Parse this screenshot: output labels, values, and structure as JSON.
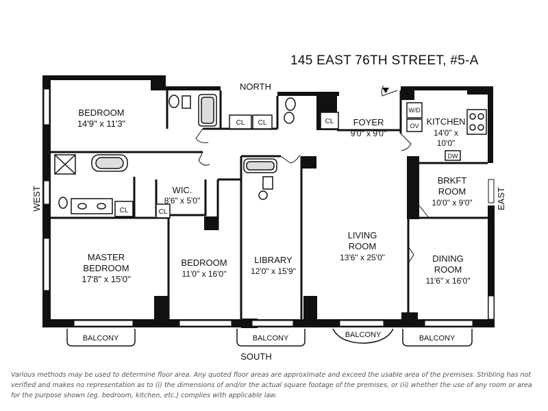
{
  "title": "145 EAST 76TH STREET, #5-A",
  "compass": {
    "north": "NORTH",
    "south": "SOUTH",
    "east": "EAST",
    "west": "WEST"
  },
  "rooms": {
    "bedroom1": {
      "name": "BEDROOM",
      "dims": "14'9\" x 11'3\""
    },
    "foyer": {
      "name": "FOYER",
      "dims": "9'0\" x 9'0\""
    },
    "kitchen": {
      "name": "KITCHEN",
      "dims_line1": "14'0\" x",
      "dims_line2": "10'0\""
    },
    "wic": {
      "name": "WIC.",
      "dims": "8'6\" x 5'0\""
    },
    "brkft": {
      "name_line1": "BRKFT",
      "name_line2": "ROOM",
      "dims": "10'0\" x 9'0\""
    },
    "master": {
      "name_line1": "MASTER",
      "name_line2": "BEDROOM",
      "dims": "17'8\" x 15'0\""
    },
    "bedroom2": {
      "name": "BEDROOM",
      "dims": "11'0\" x 16'0\""
    },
    "library": {
      "name": "LIBRARY",
      "dims": "12'0\" x 15'9\""
    },
    "living": {
      "name_line1": "LIVING",
      "name_line2": "ROOM",
      "dims": "13'6\" x 25'0\""
    },
    "dining": {
      "name_line1": "DINING",
      "name_line2": "ROOM",
      "dims": "11'6\" x 16'0\""
    }
  },
  "closet_label": "CL",
  "appliances": {
    "wd": "W/D",
    "ov": "OV",
    "dw": "DW"
  },
  "balcony_label": "BALCONY",
  "disclaimer": "Various methods may be used to determine floor area. Any quoted floor areas are approximate and exceed the usable area of the premises. Stribling has not verified and makes no representation as to (i) the dimensions of and/or the actual square footage of the premises, or (ii) whether the use of any room or area for the purpose shown (eg. bedroom, kitchen, etc.) complies with applicable law."
}
